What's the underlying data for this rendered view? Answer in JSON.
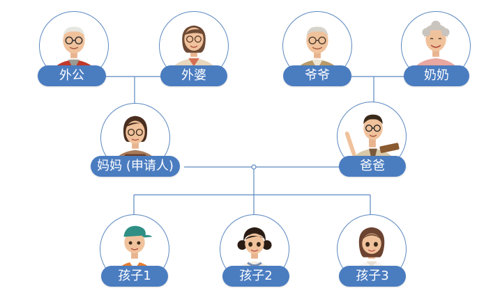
{
  "colors": {
    "label_bg": "#4a7cc0",
    "label_text": "#ffffff",
    "line": "#5a87bf",
    "circle_border": "#5a87bf"
  },
  "people": {
    "maternal_grandfather": {
      "label": "外公",
      "icon": "grandfather-avatar-icon"
    },
    "maternal_grandmother": {
      "label": "外婆",
      "icon": "grandmother-avatar-icon"
    },
    "paternal_grandfather": {
      "label": "爷爷",
      "icon": "grandfather-avatar-icon"
    },
    "paternal_grandmother": {
      "label": "奶奶",
      "icon": "grandmother-avatar-icon"
    },
    "mother": {
      "label": "妈妈 (申请人)",
      "icon": "mother-avatar-icon"
    },
    "father": {
      "label": "爸爸",
      "icon": "father-avatar-icon"
    },
    "child1": {
      "label": "孩子1",
      "icon": "boy-avatar-icon"
    },
    "child2": {
      "label": "孩子2",
      "icon": "girl-avatar-icon"
    },
    "child3": {
      "label": "孩子3",
      "icon": "girl-avatar-icon"
    }
  }
}
